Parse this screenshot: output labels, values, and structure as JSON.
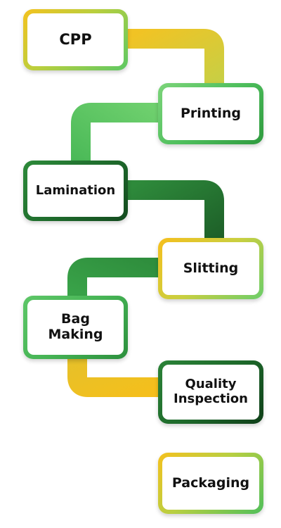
{
  "steps": [
    {
      "id": "cpp",
      "label": "CPP"
    },
    {
      "id": "printing",
      "label": "Printing"
    },
    {
      "id": "lamination",
      "label": "Lamination"
    },
    {
      "id": "slitting",
      "label": "Slitting"
    },
    {
      "id": "bag_making",
      "label_line1": "Bag",
      "label_line2": "Making"
    },
    {
      "id": "quality_inspection",
      "label_line1": "Quality",
      "label_line2": "Inspection"
    },
    {
      "id": "packaging",
      "label": "Packaging"
    }
  ],
  "colors": {
    "yellow": "#f4c21f",
    "light_green": "#5cc864",
    "dark_green": "#1f6d2d"
  }
}
